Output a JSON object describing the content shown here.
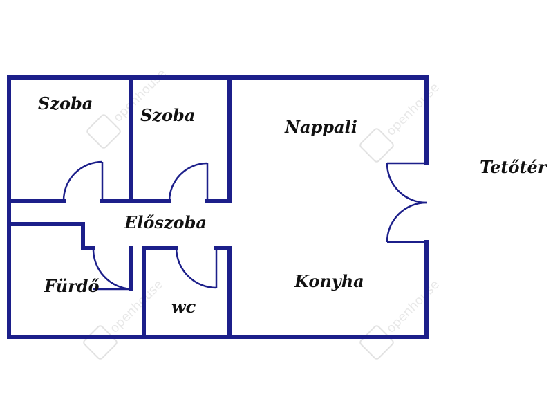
{
  "floorplan": {
    "rooms": {
      "szoba1": "Szoba",
      "szoba2": "Szoba",
      "nappali": "Nappali",
      "eloszoba": "Előszoba",
      "furdo": "Fürdő",
      "wc": "wc",
      "konyha": "Konyha",
      "teto": "Tetőtér"
    },
    "watermark": "openhouse",
    "colors": {
      "wall": "#1c1f8a",
      "text": "#111111"
    }
  }
}
